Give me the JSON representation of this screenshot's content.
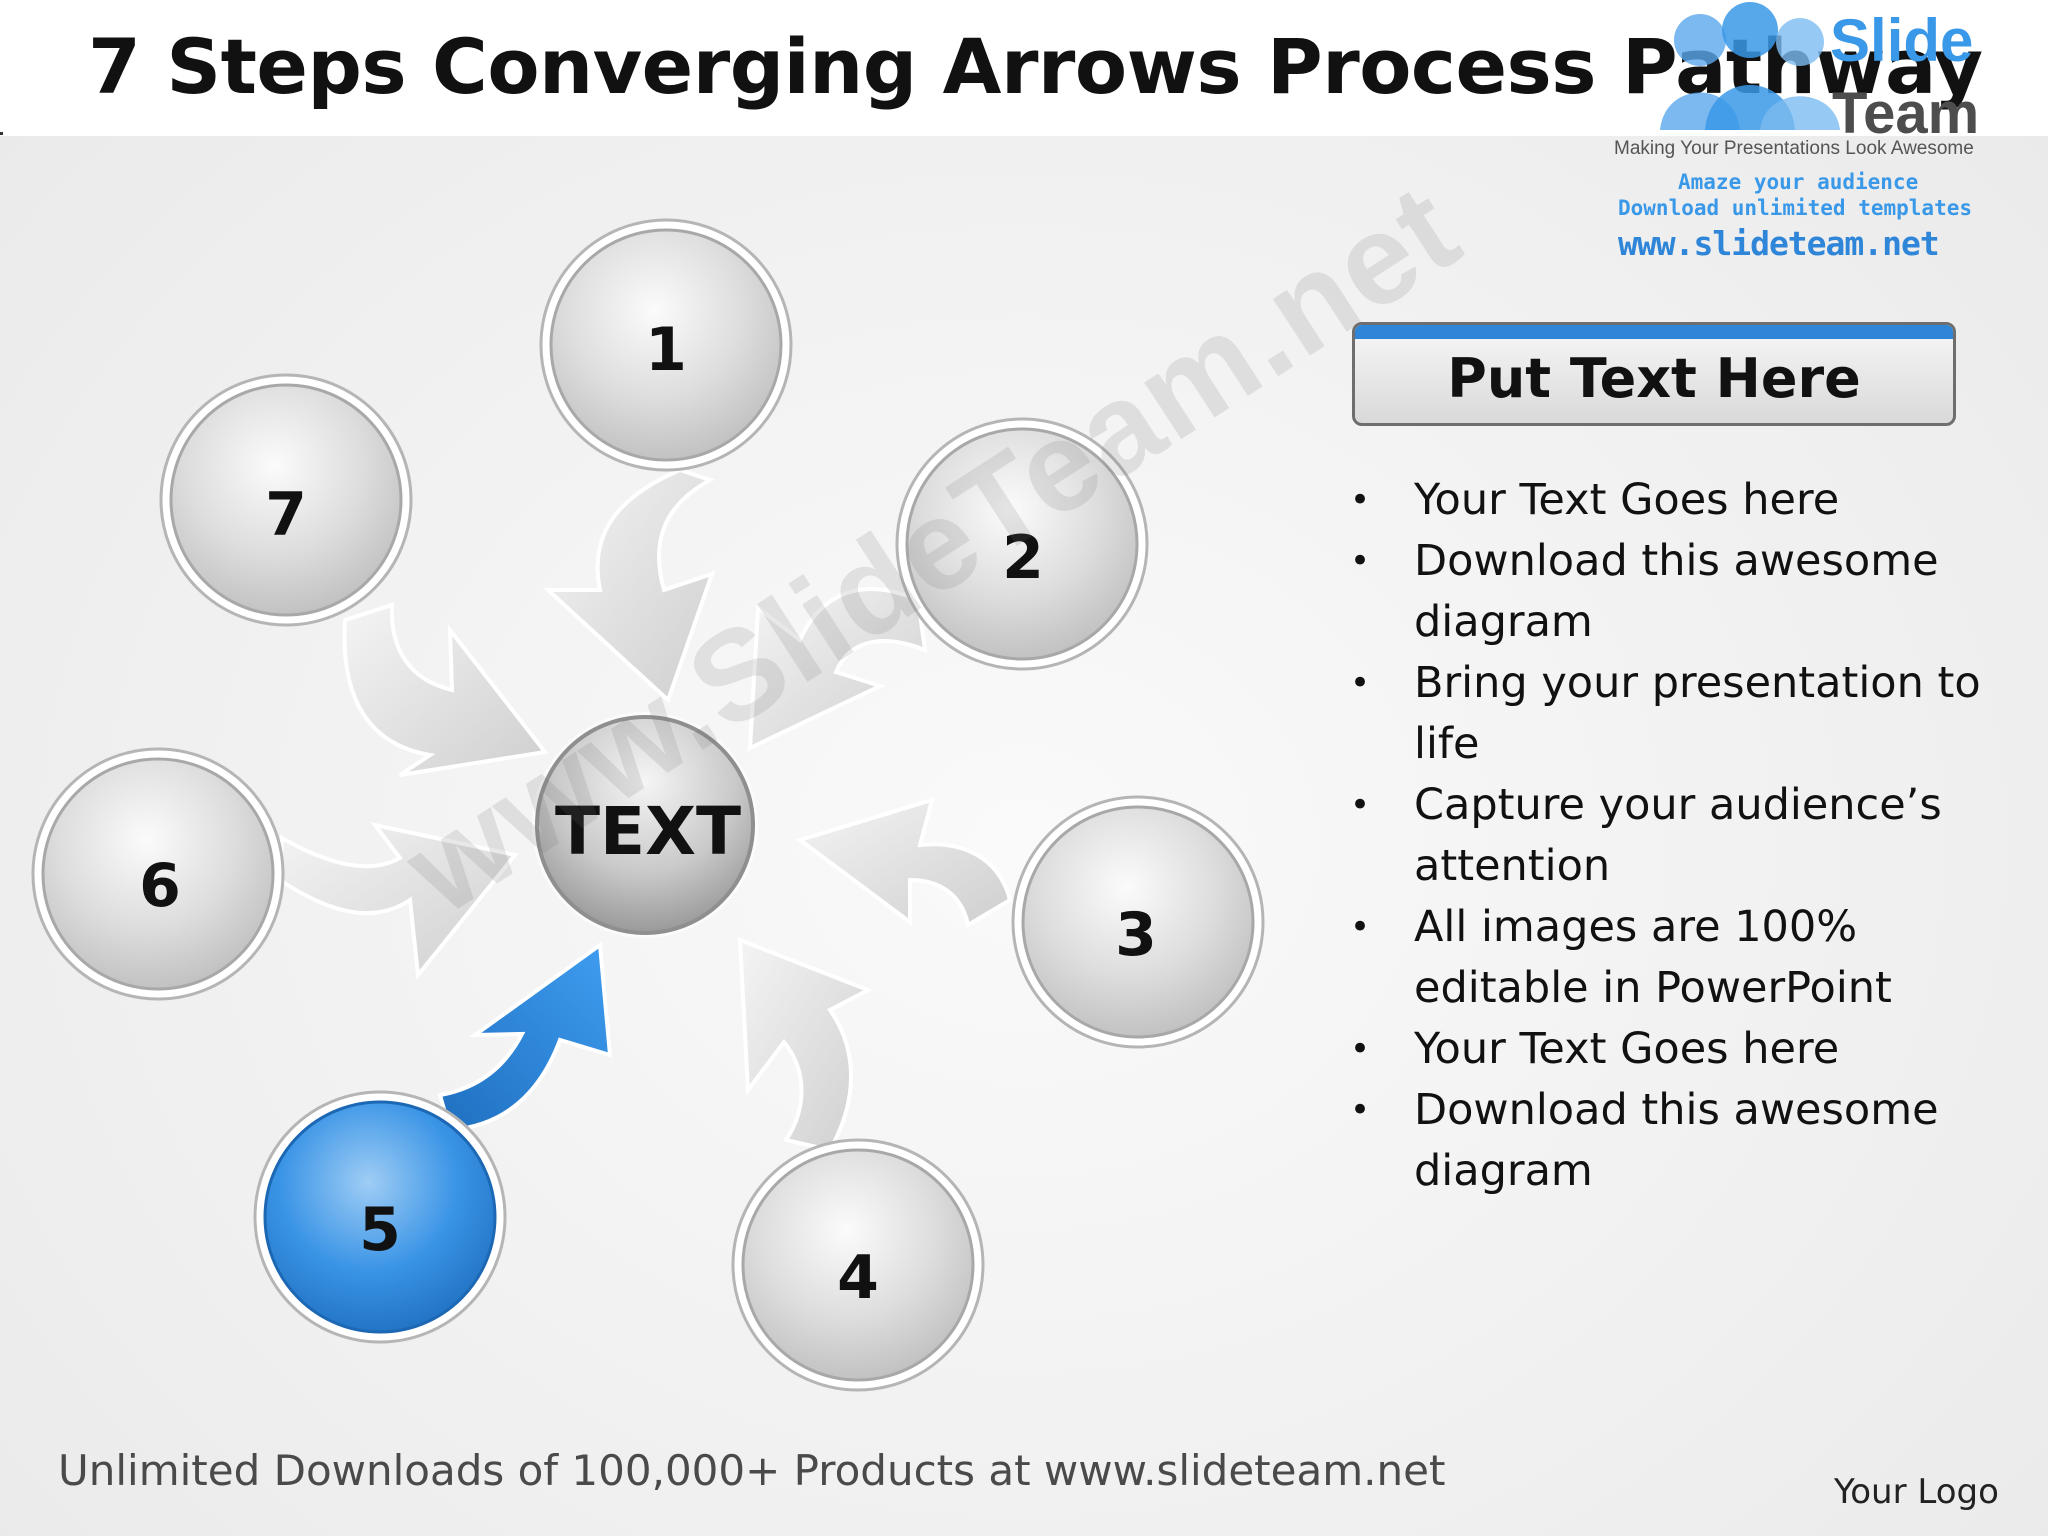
{
  "title": "7 Steps Converging Arrows Process Pathway",
  "logo": {
    "slide": "Slide",
    "team": "Team",
    "tagline": "Making Your Presentations Look Awesome",
    "line1": "Amaze your audience",
    "line2": "Download unlimited templates",
    "url": "www.slideteam.net"
  },
  "diagram": {
    "center_label": "TEXT",
    "steps": [
      "1",
      "2",
      "3",
      "4",
      "5",
      "6",
      "7"
    ],
    "highlighted_step": "5",
    "colors": {
      "highlight": "#2f86d8",
      "node": "#d9d9d9",
      "arrow": "#d6d6d6"
    }
  },
  "panel": {
    "header": "Put Text Here",
    "bullets": [
      "Your Text Goes here",
      "Download this awesome diagram",
      "Bring your presentation to life",
      "Capture your audience’s attention",
      "All images are 100% editable in PowerPoint",
      "Your Text Goes here",
      "Download this awesome diagram"
    ]
  },
  "watermark": "www.SlideTeam.net",
  "footer": "Unlimited Downloads of 100,000+ Products at www.slideteam.net",
  "your_logo": "Your Logo"
}
